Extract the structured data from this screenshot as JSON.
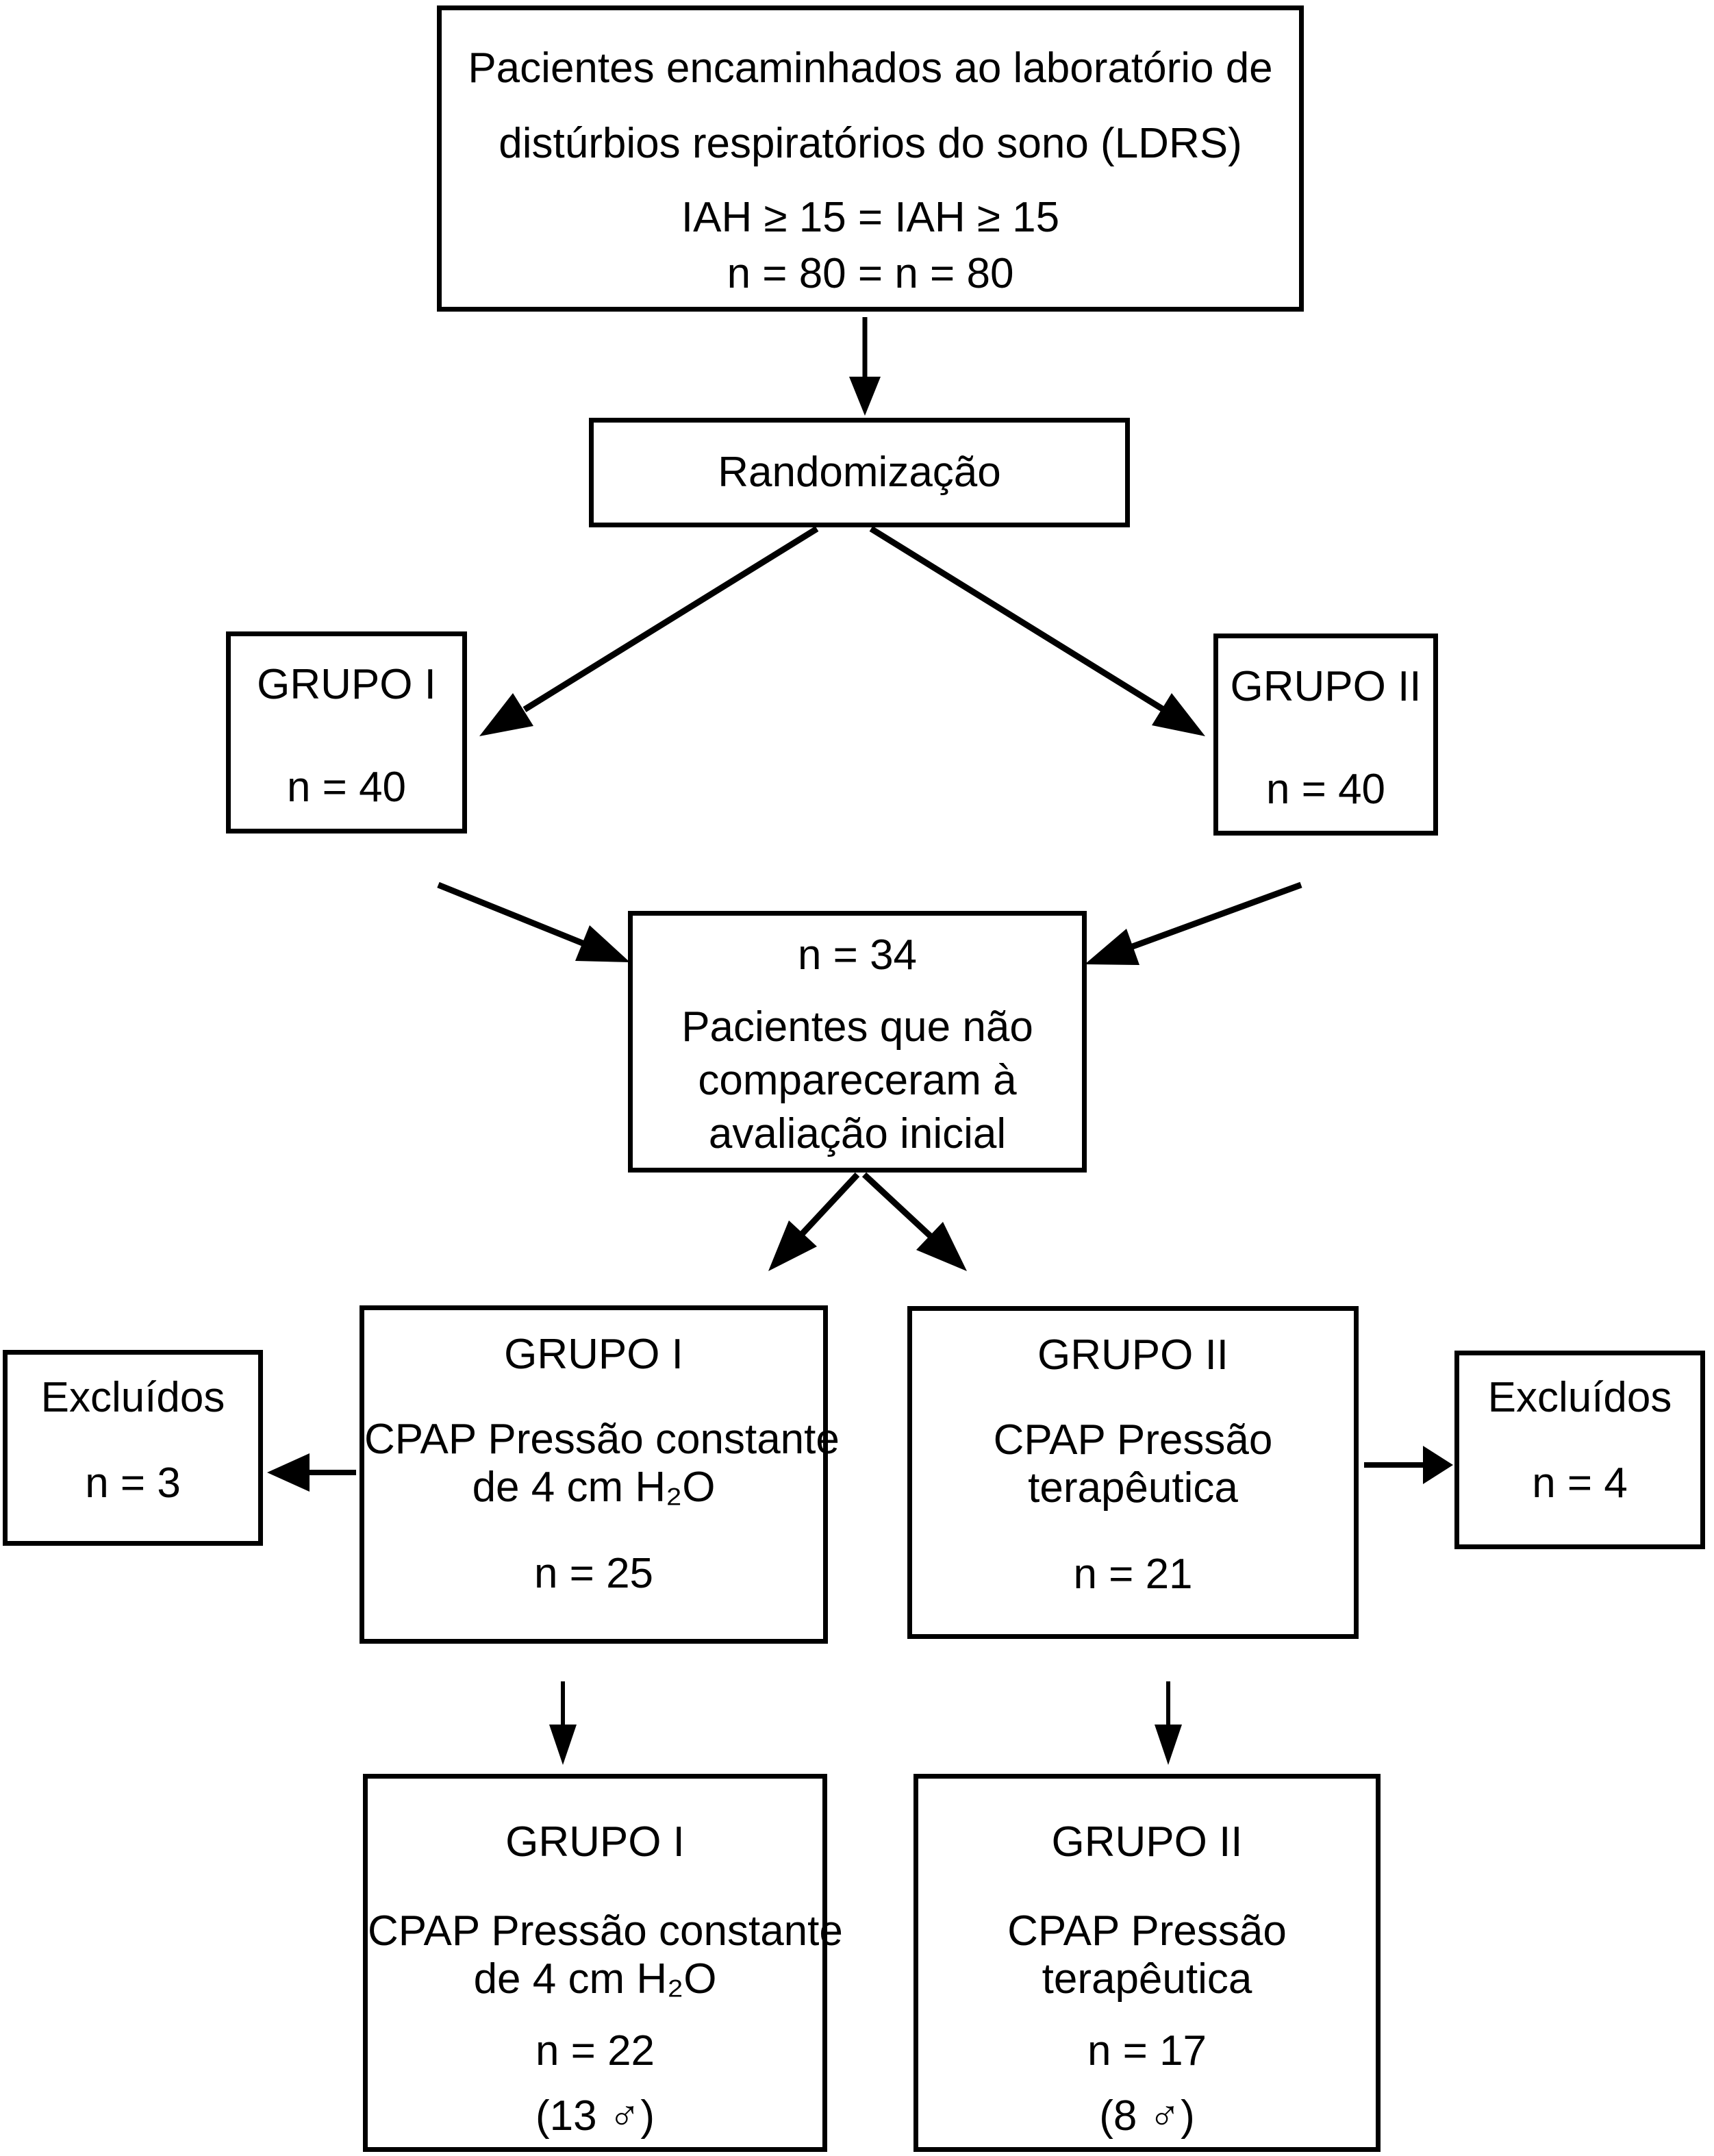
{
  "page": {
    "kind": "flowchart",
    "language": "pt-BR"
  },
  "colors": {
    "background": "#ffffff",
    "box_fill": "#ffffff",
    "box_border": "#000000",
    "arrow": "#000000",
    "text": "#000000"
  },
  "nodes": {
    "referral": {
      "lines": [
        "Pacientes encaminhados ao laboratório de",
        "distúrbios respiratórios do sono (LDRS)",
        "IAH ≥ 15 = IAH ≥ 15",
        "n = 80 = n = 80"
      ]
    },
    "randomization": {
      "lines": [
        "Randomização"
      ]
    },
    "group1_allocation": {
      "lines": [
        "GRUPO I",
        "n = 40"
      ]
    },
    "group2_allocation": {
      "lines": [
        "GRUPO II",
        "n = 40"
      ]
    },
    "no_show": {
      "lines": [
        "n = 34",
        "Pacientes que não",
        "compareceram à",
        "avaliação inicial"
      ]
    },
    "group1_treatment": {
      "lines": [
        "GRUPO I",
        "CPAP Pressão constante",
        "de 4 cm H₂O",
        "n = 25"
      ]
    },
    "group2_treatment": {
      "lines": [
        "GRUPO II",
        "CPAP Pressão",
        "terapêutica",
        "n = 21"
      ]
    },
    "excluded_left": {
      "lines": [
        "Excluídos",
        "n = 3"
      ]
    },
    "excluded_right": {
      "lines": [
        "Excluídos",
        "n = 4"
      ]
    },
    "group1_final": {
      "lines": [
        "GRUPO I",
        "CPAP Pressão constante",
        "de 4 cm H₂O",
        "n = 22",
        "(13 ♂)"
      ]
    },
    "group2_final": {
      "lines": [
        "GRUPO II",
        "CPAP Pressão",
        "terapêutica",
        "n = 17",
        "(8 ♂)"
      ]
    }
  }
}
